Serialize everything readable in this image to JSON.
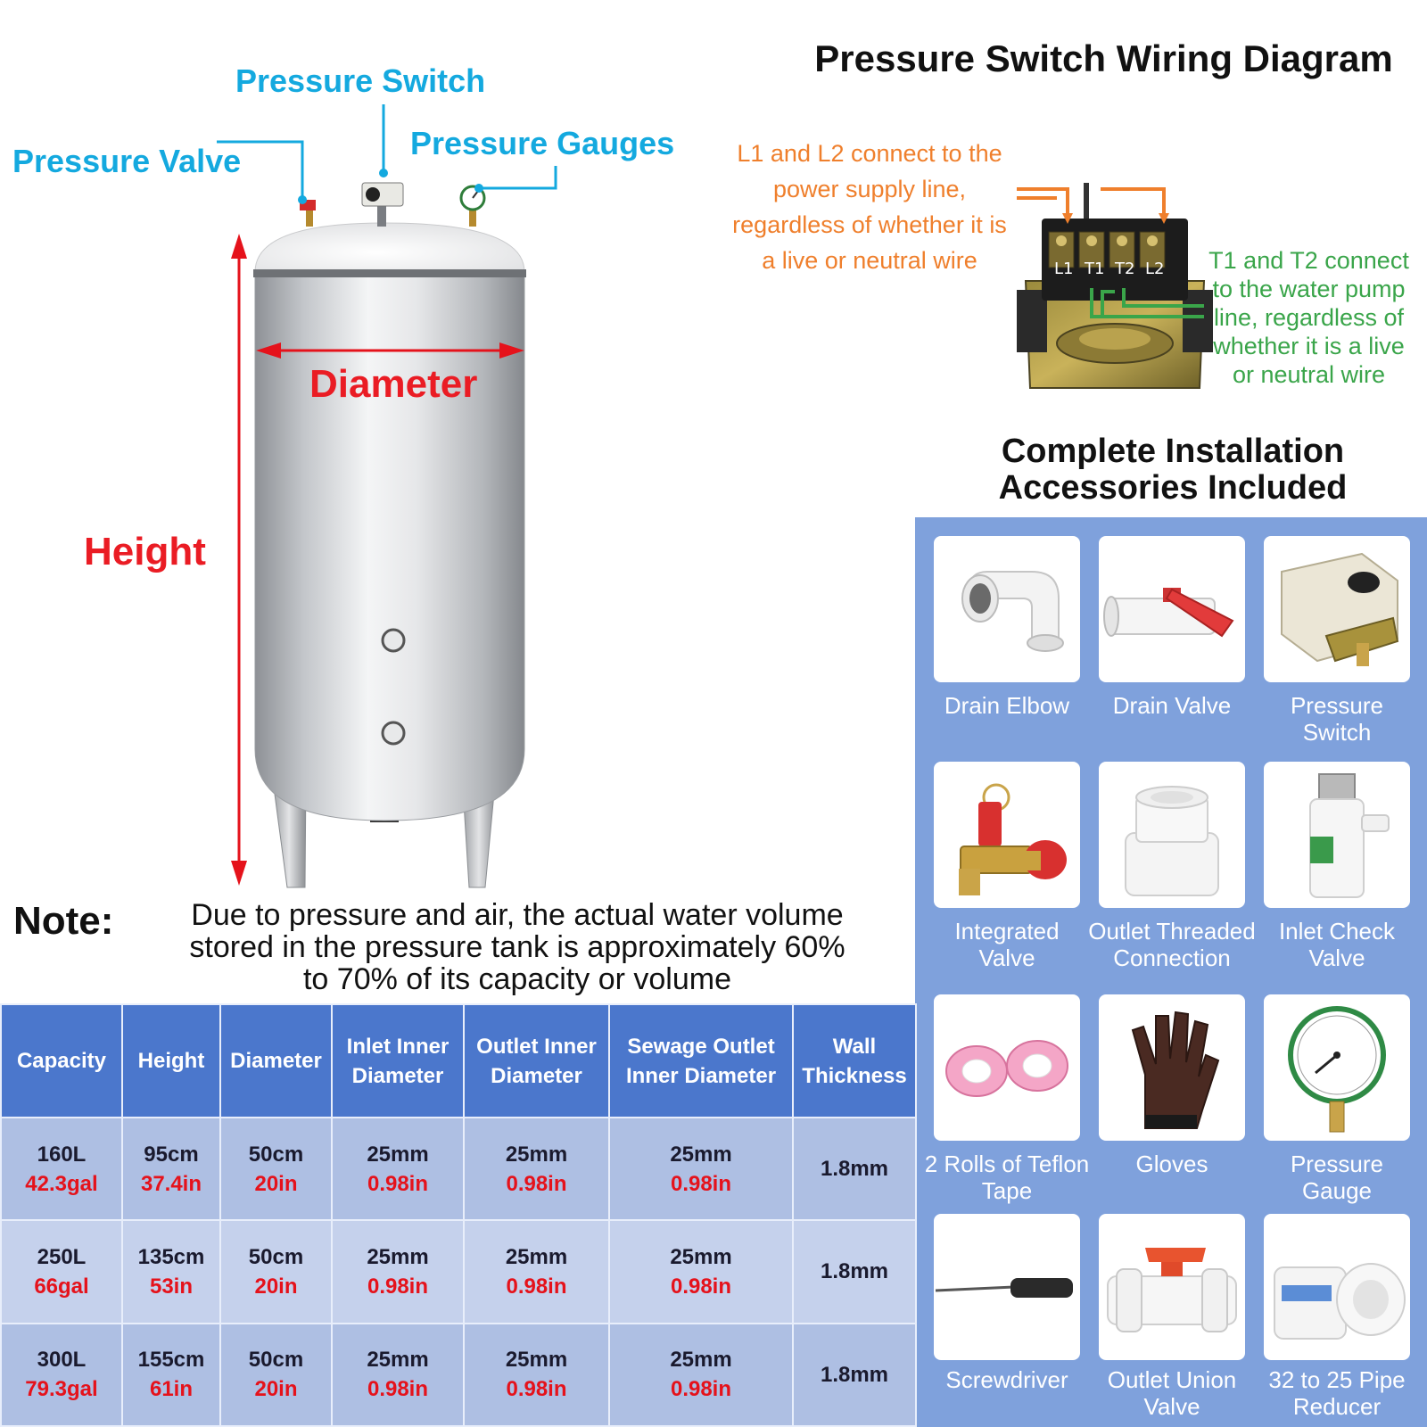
{
  "tank": {
    "labels": {
      "pressure_switch": "Pressure Switch",
      "pressure_valve": "Pressure Valve",
      "pressure_gauges": "Pressure Gauges",
      "diameter": "Diameter",
      "height": "Height"
    }
  },
  "wiring": {
    "title": "Pressure Switch Wiring Diagram",
    "l_note": [
      "L1 and L2 connect to the",
      "power supply line,",
      "regardless of whether it is",
      "a live or neutral wire"
    ],
    "t_note": [
      "T1 and T2 connect",
      "to the water pump",
      "line, regardless of",
      "whether it is a live",
      "or neutral wire"
    ],
    "terminals": [
      "L1",
      "T1",
      "T2",
      "L2"
    ]
  },
  "accessories": {
    "title": [
      "Complete Installation",
      "Accessories Included"
    ],
    "items": [
      {
        "label": [
          "Drain Elbow"
        ],
        "icon": "drain-elbow-icon"
      },
      {
        "label": [
          "Drain Valve"
        ],
        "icon": "drain-valve-icon"
      },
      {
        "label": [
          "Pressure",
          "Switch"
        ],
        "icon": "pressure-switch-icon"
      },
      {
        "label": [
          "Integrated",
          "Valve"
        ],
        "icon": "integrated-valve-icon"
      },
      {
        "label": [
          "Outlet Threaded",
          "Connection"
        ],
        "icon": "threaded-connection-icon"
      },
      {
        "label": [
          "Inlet Check",
          "Valve"
        ],
        "icon": "check-valve-icon"
      },
      {
        "label": [
          "2 Rolls of Teflon",
          "Tape"
        ],
        "icon": "teflon-tape-icon"
      },
      {
        "label": [
          "Gloves"
        ],
        "icon": "gloves-icon"
      },
      {
        "label": [
          "Pressure",
          "Gauge"
        ],
        "icon": "pressure-gauge-icon"
      },
      {
        "label": [
          "Screwdriver"
        ],
        "icon": "screwdriver-icon"
      },
      {
        "label": [
          "Outlet Union",
          "Valve"
        ],
        "icon": "union-valve-icon"
      },
      {
        "label": [
          "32 to 25 Pipe",
          "Reducer"
        ],
        "icon": "pipe-reducer-icon"
      }
    ]
  },
  "note": {
    "label": "Note:",
    "lines": [
      "Due to pressure and air, the actual water volume",
      "stored in the pressure tank is approximately 60%",
      "to 70% of its capacity or volume"
    ]
  },
  "spec_table": {
    "headers": [
      [
        "Capacity"
      ],
      [
        "Height"
      ],
      [
        "Diameter"
      ],
      [
        "Inlet Inner",
        "Diameter"
      ],
      [
        "Outlet Inner",
        "Diameter"
      ],
      [
        "Sewage Outlet",
        "Inner Diameter"
      ],
      [
        "Wall",
        "Thickness"
      ]
    ],
    "rows": [
      [
        [
          "160L",
          "42.3gal"
        ],
        [
          "95cm",
          "37.4in"
        ],
        [
          "50cm",
          "20in"
        ],
        [
          "25mm",
          "0.98in"
        ],
        [
          "25mm",
          "0.98in"
        ],
        [
          "25mm",
          "0.98in"
        ],
        [
          "1.8mm"
        ]
      ],
      [
        [
          "250L",
          "66gal"
        ],
        [
          "135cm",
          "53in"
        ],
        [
          "50cm",
          "20in"
        ],
        [
          "25mm",
          "0.98in"
        ],
        [
          "25mm",
          "0.98in"
        ],
        [
          "25mm",
          "0.98in"
        ],
        [
          "1.8mm"
        ]
      ],
      [
        [
          "300L",
          "79.3gal"
        ],
        [
          "155cm",
          "61in"
        ],
        [
          "50cm",
          "20in"
        ],
        [
          "25mm",
          "0.98in"
        ],
        [
          "25mm",
          "0.98in"
        ],
        [
          "25mm",
          "0.98in"
        ],
        [
          "1.8mm"
        ]
      ]
    ]
  },
  "colors": {
    "label_cyan": "#14a9df",
    "label_red": "#ea1c24",
    "note_orange": "#ef7f2c",
    "note_green": "#3aa54a",
    "panel_blue": "#7fa1dc",
    "header_blue": "#4b77cc",
    "secondary_red": "#e5121b"
  }
}
